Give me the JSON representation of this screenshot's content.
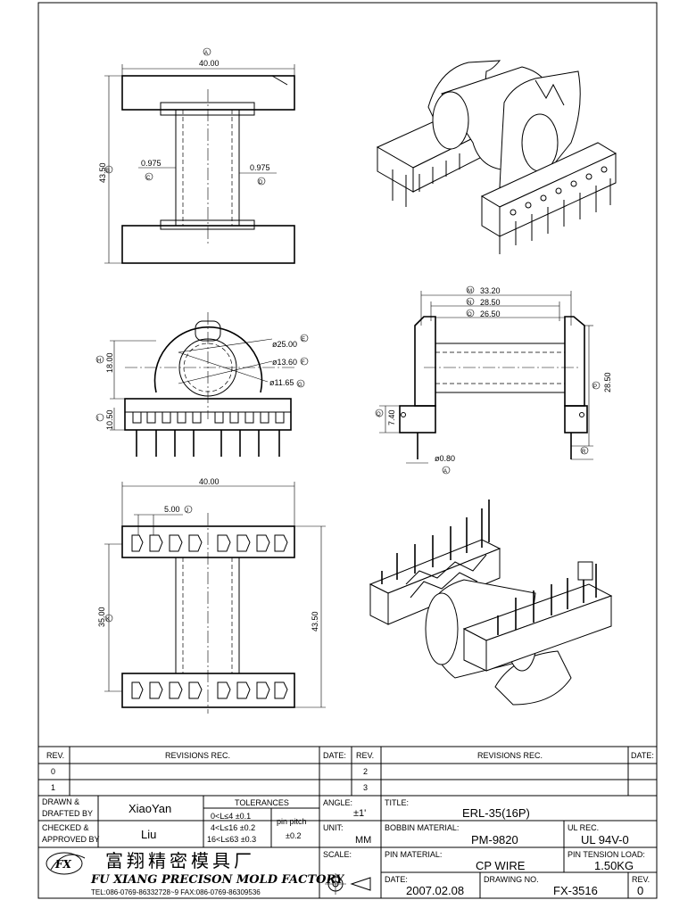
{
  "views": {
    "top": {
      "width_dim": "40.00",
      "height_dim": "43.50",
      "wall_left": "0.975",
      "wall_right": "0.975",
      "balloon_a": "A",
      "balloon_b": "B",
      "balloon_c": "C",
      "balloon_d": "D"
    },
    "front": {
      "height_1": "18.00",
      "height_2": "10.50",
      "dia_outer": "ø25.00",
      "dia_mid": "ø13.60",
      "dia_inner": "ø11.65",
      "balloon_e": "E",
      "balloon_f": "F",
      "balloon_g": "G",
      "balloon_h": "H",
      "balloon_i": "I"
    },
    "side": {
      "dim_m": "33.20",
      "dim_n": "28.50",
      "dim_o": "26.50",
      "height": "28.50",
      "pin_height": "7.40",
      "pin_dia": "ø0.80",
      "balloon_m": "M",
      "balloon_n": "N",
      "balloon_o": "O",
      "balloon_p": "P",
      "balloon_q": "Q",
      "balloon_r": "R",
      "balloon_s": "A"
    },
    "bottom": {
      "width_dim": "40.00",
      "pitch_dim": "5.00",
      "inner_height": "35.00",
      "outer_height": "43.50",
      "balloon_j": "J",
      "balloon_k": "K"
    }
  },
  "title_block": {
    "rev_header": "REV.",
    "revisions_header": "REVISIONS   REC.",
    "date_header": "DATE:",
    "rev_rows_left": [
      "0",
      "1"
    ],
    "rev_rows_right": [
      "2",
      "3"
    ],
    "drawn_label_1": "DRAWN  &",
    "drawn_label_2": "DRAFTED BY",
    "drawn_value": "XiaoYan",
    "checked_label_1": "CHECKED  &",
    "checked_label_2": "APPROVED BY",
    "checked_value": "Liu",
    "tolerances_label": "TOLERANCES",
    "tol_1": "0<L≤4   ±0.1",
    "tol_2": "4<L≤16  ±0.2",
    "tol_3": "16<L≤63 ±0.3",
    "pin_pitch_label": "pin pitch",
    "pin_pitch_value": "±0.2",
    "angle_label": "ANGLE:",
    "angle_value": "±1'",
    "unit_label": "UNIT:",
    "unit_value": "MM",
    "scale_label": "SCALE:",
    "title_label": "TITLE:",
    "title_value": "ERL-35(16P)",
    "bobbin_label": "BOBBIN MATERIAL:",
    "bobbin_value": "PM-9820",
    "ul_label": "UL REC.",
    "ul_value": "UL 94V-0",
    "pin_mat_label": "PIN MATERIAL:",
    "pin_mat_value": "CP WIRE",
    "pin_tension_label": "PIN TENSION LOAD:",
    "pin_tension_value": "1.50KG",
    "date_label": "DATE:",
    "date_value": "2007.02.08",
    "drawing_no_label": "DRAWING NO.",
    "drawing_no_value": "FX-3516",
    "rev_label": "REV.",
    "rev_value": "0",
    "company_cn": "富翔精密模具厂",
    "company_en": "FU XIANG PRECISON MOLD FACTORY",
    "company_contact": "TEL:086-0769-86332728~9  FAX:086-0769-86309536",
    "logo_text": "FX"
  }
}
